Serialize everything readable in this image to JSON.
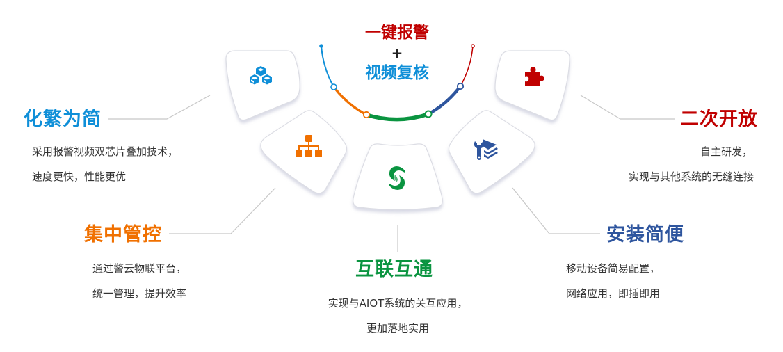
{
  "center": {
    "line1": "一键报警",
    "plus": "+",
    "line2": "视频复核"
  },
  "colors": {
    "blue": "#0f8fd8",
    "red": "#c00000",
    "orange": "#f07000",
    "green": "#0a9440",
    "navy": "#2e559e",
    "connector": "#c8c8c8",
    "card_border": "#dcdde4"
  },
  "features": [
    {
      "id": "simplify",
      "title": "化繁为简",
      "icon": "cubes-icon",
      "desc": [
        "采用报警视频双芯片叠加技术，",
        "速度更快，性能更优"
      ]
    },
    {
      "id": "central",
      "title": "集中管控",
      "icon": "hierarchy-icon",
      "desc": [
        "通过警云物联平台，",
        "统一管理，提升效率"
      ]
    },
    {
      "id": "interconnect",
      "title": "互联互通",
      "icon": "sync-logo-icon",
      "desc": [
        "实现与AIOT系统的关互应用，",
        "更加落地实用"
      ]
    },
    {
      "id": "install",
      "title": "安装简便",
      "icon": "wrench-stack-icon",
      "desc": [
        "移动设备简易配置，",
        "网络应用，即插即用"
      ]
    },
    {
      "id": "open",
      "title": "二次开放",
      "icon": "puzzle-icon",
      "desc": [
        "自主研发，",
        "实现与其他系统的无缝连接"
      ]
    }
  ]
}
